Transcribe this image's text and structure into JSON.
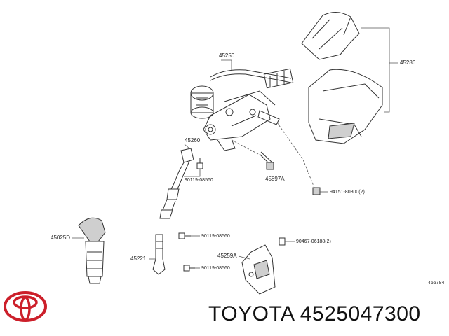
{
  "labels": {
    "p45250": "45250",
    "p45286": "45286",
    "p45260": "45260",
    "p90119a": "90119-08560",
    "p45897a": "45897A",
    "p94151": "94151-80800(2)",
    "p45025d": "45025D",
    "p90119b": "90119-08560",
    "p90467": "90467-06188(2)",
    "p45221": "45221",
    "p45259a": "45259A",
    "p90119c": "90119-08560",
    "ref": "455784"
  },
  "caption": "TOYOTA 4525047300",
  "colors": {
    "logo": "#cc1f2a",
    "line": "#333333"
  },
  "icons": {
    "logo": "toyota-logo-icon"
  }
}
